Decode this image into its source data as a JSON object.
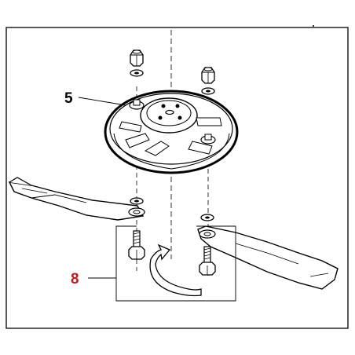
{
  "callouts": [
    {
      "id": "part-5",
      "label": "5",
      "color": "#000000"
    },
    {
      "id": "part-8",
      "label": "8",
      "color": "#c8161d"
    }
  ],
  "colors": {
    "line": "#000000",
    "background": "#ffffff",
    "highlight": "#c8161d"
  },
  "icons": [
    "nut-icon",
    "washer-icon",
    "bolt-icon",
    "rotation-arrow-icon"
  ]
}
